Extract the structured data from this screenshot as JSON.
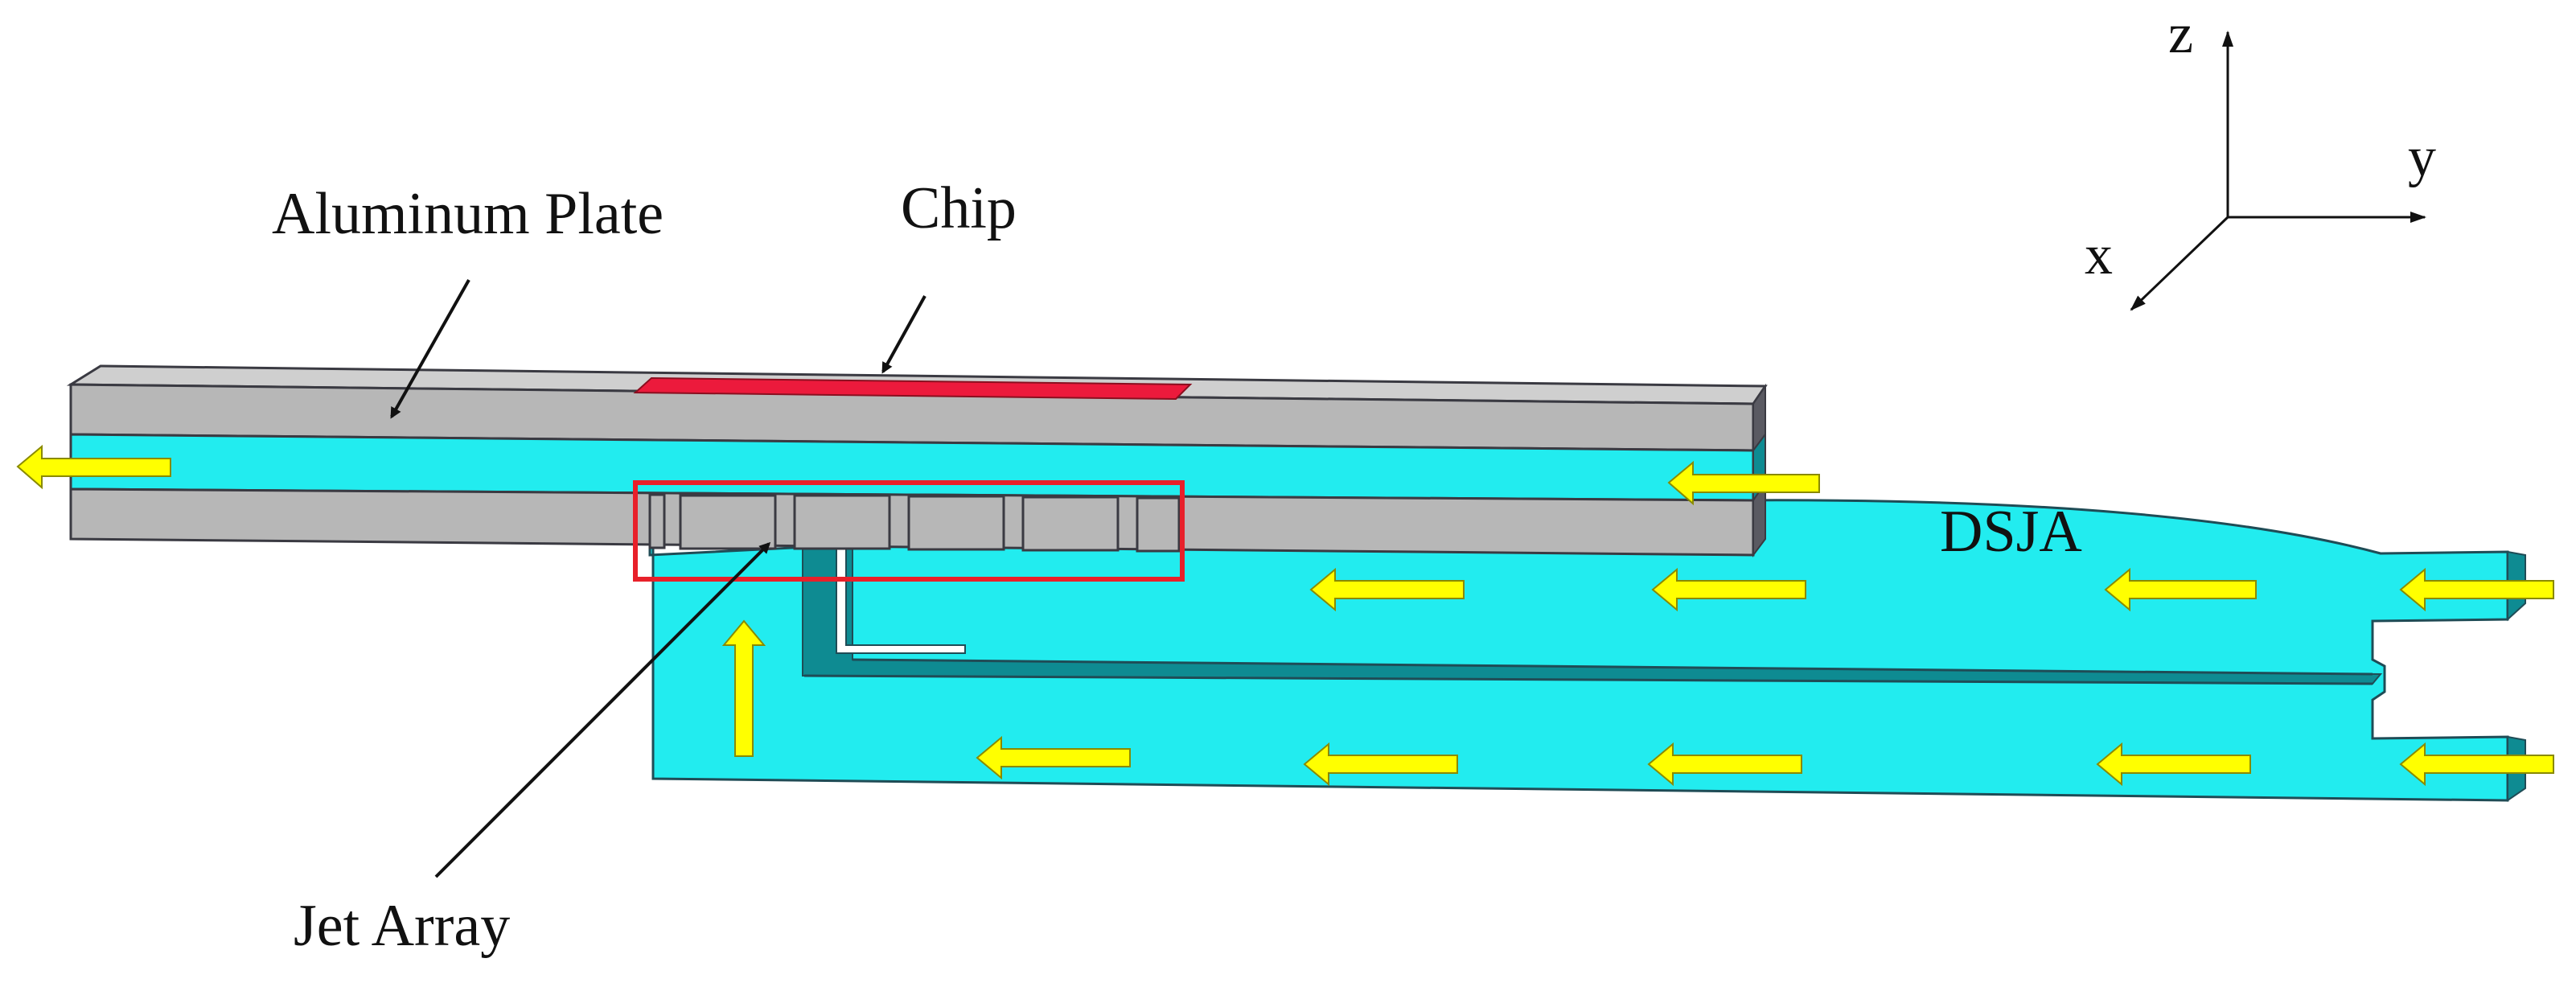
{
  "labels": {
    "aluminum_plate": "Aluminum Plate",
    "chip": "Chip",
    "jet_array": "Jet Array",
    "dsja": "DSJA"
  },
  "axes": {
    "x": "x",
    "y": "y",
    "z": "z"
  },
  "colors": {
    "plate": "#b7b7b7",
    "plate_edge": "#4a4a52",
    "plate_side": "#5a5a62",
    "fluid": "#22ecef",
    "fluid_dark": "#0e8b92",
    "chip": "#ec1a3c",
    "arrow": "#ffff00",
    "highlight_box": "#e8202a"
  },
  "icons": {
    "flow_arrow": "yellow-flow-arrow-icon",
    "leader_arrow": "leader-arrow-icon"
  }
}
